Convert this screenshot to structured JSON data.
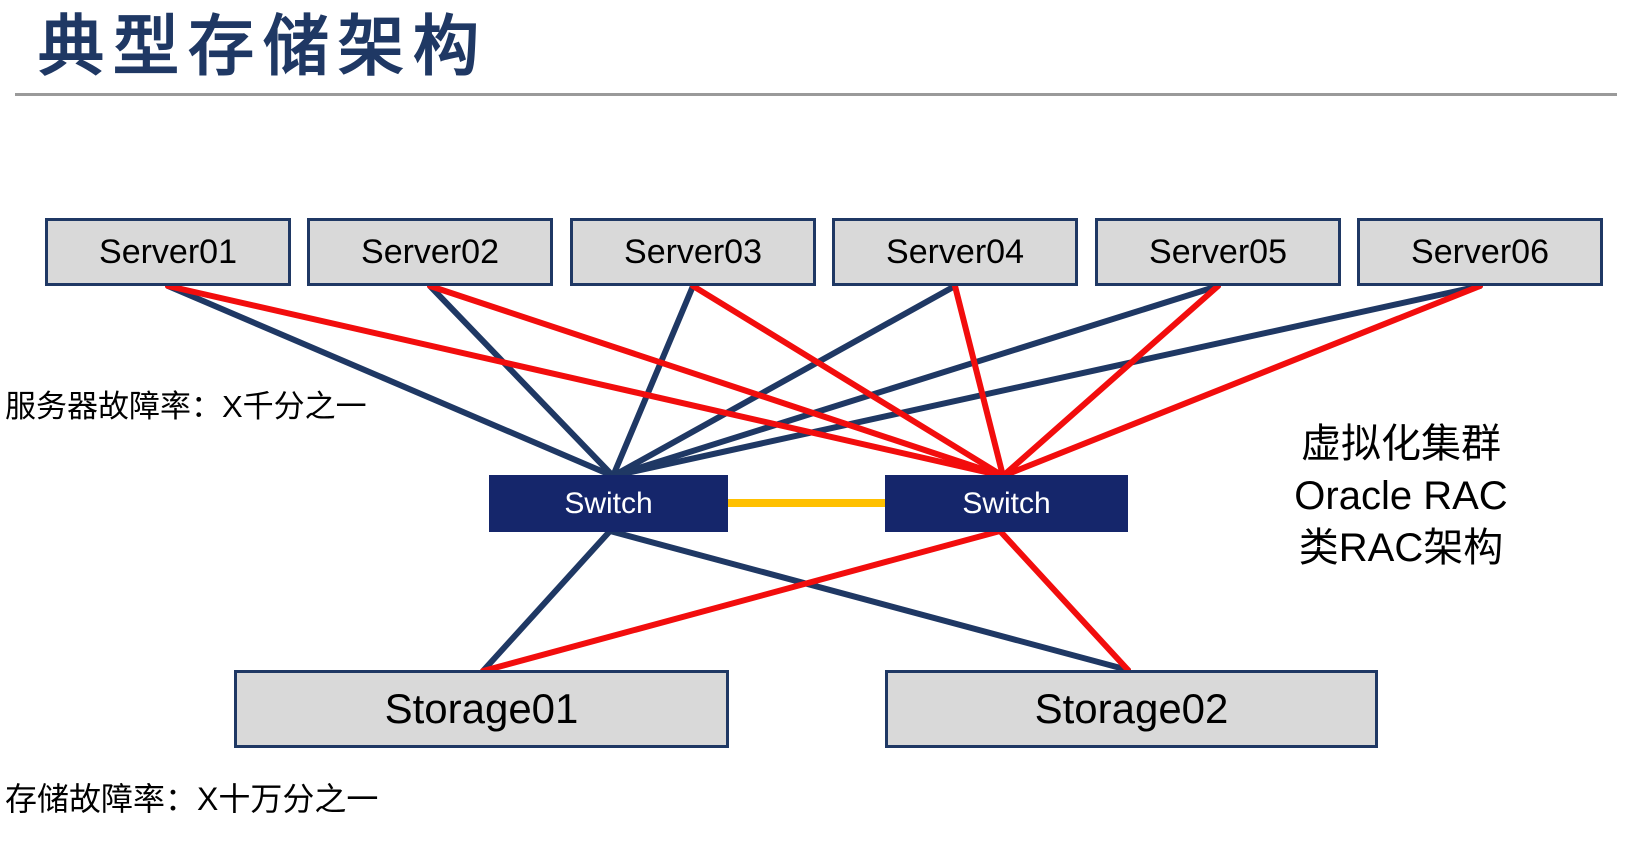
{
  "title": "典型存储架构",
  "diagram": {
    "servers": [
      {
        "label": "Server01"
      },
      {
        "label": "Server02"
      },
      {
        "label": "Server03"
      },
      {
        "label": "Server04"
      },
      {
        "label": "Server05"
      },
      {
        "label": "Server06"
      }
    ],
    "switches": [
      {
        "label": "Switch"
      },
      {
        "label": "Switch"
      }
    ],
    "storages": [
      {
        "label": "Storage01"
      },
      {
        "label": "Storage02"
      }
    ],
    "links": [
      {
        "from": "Server01",
        "to": "Switch1",
        "color": "navy"
      },
      {
        "from": "Server02",
        "to": "Switch1",
        "color": "navy"
      },
      {
        "from": "Server03",
        "to": "Switch1",
        "color": "navy"
      },
      {
        "from": "Server04",
        "to": "Switch1",
        "color": "navy"
      },
      {
        "from": "Server05",
        "to": "Switch1",
        "color": "navy"
      },
      {
        "from": "Server06",
        "to": "Switch1",
        "color": "navy"
      },
      {
        "from": "Switch1",
        "to": "Storage01",
        "color": "navy"
      },
      {
        "from": "Switch1",
        "to": "Storage02",
        "color": "navy"
      },
      {
        "from": "Switch1",
        "to": "Switch2",
        "color": "yellow"
      },
      {
        "from": "Server01",
        "to": "Switch2",
        "color": "red"
      },
      {
        "from": "Server02",
        "to": "Switch2",
        "color": "red"
      },
      {
        "from": "Server03",
        "to": "Switch2",
        "color": "red"
      },
      {
        "from": "Server04",
        "to": "Switch2",
        "color": "red"
      },
      {
        "from": "Server05",
        "to": "Switch2",
        "color": "red"
      },
      {
        "from": "Server06",
        "to": "Switch2",
        "color": "red"
      },
      {
        "from": "Switch2",
        "to": "Storage01",
        "color": "red"
      },
      {
        "from": "Switch2",
        "to": "Storage02",
        "color": "red"
      }
    ]
  },
  "annotations": {
    "server_failure_rate": "服务器故障率：X千分之一",
    "storage_failure_rate": "存储故障率：X十万分之一",
    "right_note_lines": [
      "虚拟化集群",
      "Oracle RAC",
      "类RAC架构"
    ]
  },
  "colors": {
    "navy": "#1f3864",
    "red": "#f20d0d",
    "yellow": "#ffc000",
    "node_fill": "#d9d9d9",
    "node_border": "#1f3864",
    "switch_fill": "#15266b",
    "title_text": "#1f3864"
  }
}
